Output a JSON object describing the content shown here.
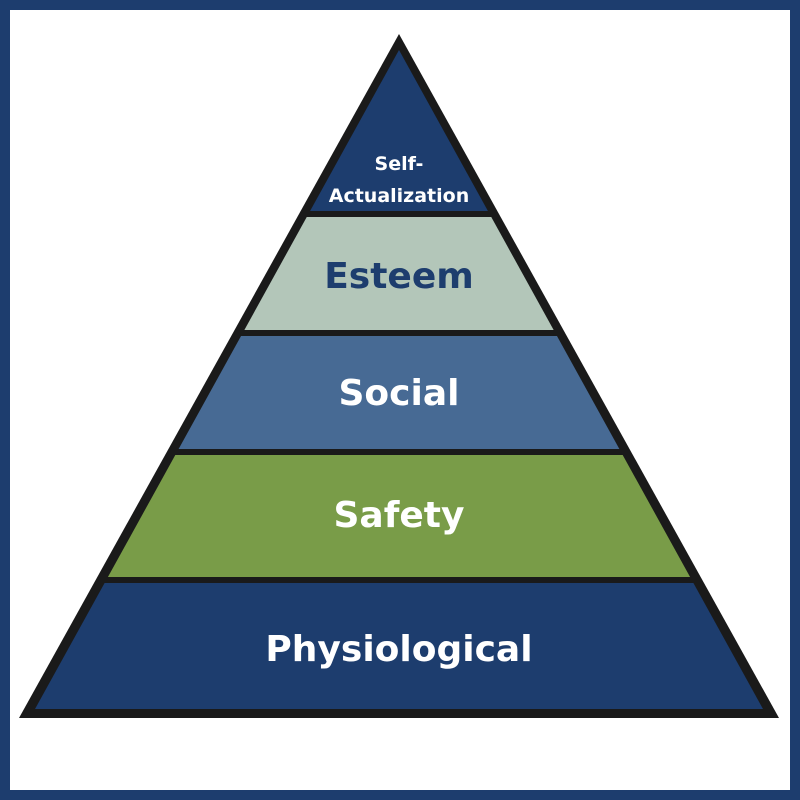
{
  "colors": {
    "frame": "#1d3d6e",
    "outline": "#1a1a1a"
  },
  "layers": [
    {
      "label_lines": [
        "Self-",
        "Actualization"
      ],
      "fill": "#1d3d6e",
      "text_color": "#ffffff"
    },
    {
      "label_lines": [
        "Esteem"
      ],
      "fill": "#b3c6b9",
      "text_color": "#1d3d6e"
    },
    {
      "label_lines": [
        "Social"
      ],
      "fill": "#476a94",
      "text_color": "#ffffff"
    },
    {
      "label_lines": [
        "Safety"
      ],
      "fill": "#799c48",
      "text_color": "#ffffff"
    },
    {
      "label_lines": [
        "Physiological"
      ],
      "fill": "#1d3d6e",
      "text_color": "#ffffff"
    }
  ]
}
